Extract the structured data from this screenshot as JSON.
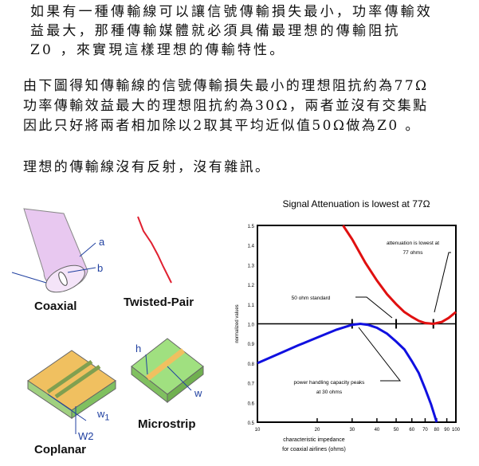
{
  "paragraph1": [
    "如果有一種傳輸線可以讓信號傳輸損失最小，功率傳輸效",
    "益最大，那種傳輸媒體就必須具備最理想的傳輸阻抗",
    "Z0 ，來實現這樣理想的傳輸特性。"
  ],
  "paragraph2": [
    "由下圖得知傳輸線的信號傳輸損失最小的理想阻抗約為77Ω",
    "功率傳輸效益最大的理想阻抗約為30Ω，兩者並沒有交集點",
    "因此只好將兩者相加除以2取其平均近似值50Ω做為Z0 。"
  ],
  "paragraph3": "理想的傳輸線沒有反射，沒有雜訊。",
  "diagrams": {
    "coaxial": "Coaxial",
    "twisted_pair": "Twisted-Pair",
    "coplanar": "Coplanar",
    "microstrip": "Microstrip",
    "a": "a",
    "b": "b",
    "h": "h",
    "w": "w",
    "w1": "w",
    "w1_sub": "1",
    "w2": "W2"
  },
  "chart_data": {
    "type": "line",
    "title": "Signal Attenuation is lowest  at 77Ω",
    "xlabel": [
      "characteristic impedance",
      "for coaxial airlines (ohms)"
    ],
    "ylabel": "normalized values",
    "xscale": "log",
    "xlim": [
      10,
      100
    ],
    "ylim": [
      0.5,
      1.5
    ],
    "xticks": [
      10,
      20,
      30,
      40,
      50,
      60,
      70,
      80,
      90,
      100
    ],
    "yticks": [
      "0.5",
      "0.6",
      "0.7",
      "0.8",
      "0.9",
      "1.0",
      "1.1",
      "1.2",
      "1.3",
      "1.4",
      "1.5"
    ],
    "series": [
      {
        "name": "attenuation",
        "color": "#e01010",
        "x": [
          27,
          30,
          35,
          40,
          45,
          50,
          55,
          60,
          65,
          70,
          77,
          85,
          92,
          100
        ],
        "y": [
          1.5,
          1.43,
          1.31,
          1.22,
          1.15,
          1.1,
          1.06,
          1.035,
          1.015,
          1.004,
          1.0,
          1.01,
          1.03,
          1.06
        ]
      },
      {
        "name": "power handling",
        "color": "#1010e0",
        "x": [
          10,
          13,
          16,
          20,
          25,
          30,
          33,
          36,
          40,
          45,
          50,
          55,
          60,
          65,
          70,
          75,
          80
        ],
        "y": [
          0.8,
          0.85,
          0.89,
          0.93,
          0.97,
          0.995,
          1.0,
          0.995,
          0.98,
          0.95,
          0.91,
          0.87,
          0.81,
          0.75,
          0.67,
          0.59,
          0.5
        ]
      }
    ],
    "reference_line": 1.0,
    "annotations": [
      "attenuation is lowest at",
      "77 ohms",
      "50 ohm standard",
      "power handling capacity peaks",
      "at 30 ohms"
    ]
  }
}
